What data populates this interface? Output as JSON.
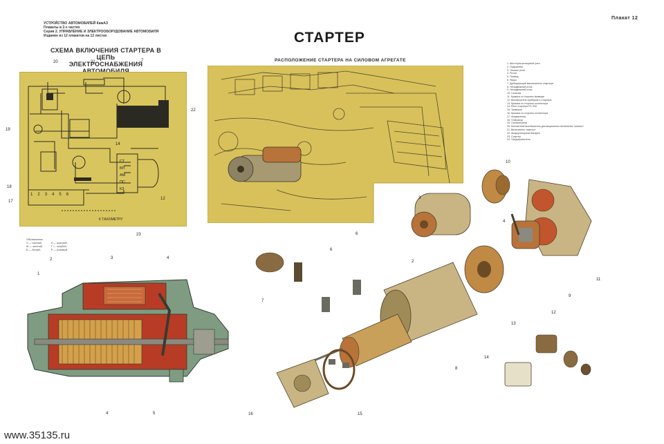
{
  "header": {
    "line1": "УСТРОЙСТВО АВТОМОБИЛЕЙ КамАЗ",
    "line2": "Плакаты в 2-х частях",
    "line3": "Серия 2. УПРАВЛЕНИЕ И ЭЛЕКТРООБОРУДОВАНИЕ АВТОМОБИЛЯ",
    "line4": "Издание из 12 плакатов на 12 листах"
  },
  "poster_number": "Плакат 12",
  "main_title": "СТАРТЕР",
  "schema_title_line1": "СХЕМА ВКЛЮЧЕНИЯ СТАРТЕРА В ЦЕПЬ",
  "schema_title_line2": "ЭЛЕКТРОСНАБЖЕНИЯ АВТОМОБИЛЯ",
  "location_title": "РАСПОЛОЖЕНИЕ СТАРТЕРА НА СИЛОВОМ АГРЕГАТЕ",
  "tachometer_label": "К ТАХОМЕТРУ",
  "switch_labels": [
    "СТ",
    "ВП",
    "АМ",
    "ПС",
    "КЗ"
  ],
  "terminal_numbers": [
    "1",
    "2",
    "3",
    "4",
    "5",
    "6"
  ],
  "schema_callouts": [
    "20",
    "21",
    "7",
    "22",
    "19",
    "14",
    "18",
    "17",
    "12",
    "23"
  ],
  "section_callouts": [
    "1",
    "2",
    "3",
    "4",
    "4",
    "5"
  ],
  "exploded_callouts": [
    "10",
    "3",
    "4",
    "7",
    "6",
    "6",
    "2",
    "11",
    "9",
    "13",
    "12",
    "8",
    "14",
    "16",
    "15"
  ],
  "wire_colors_title": "Обозначения:",
  "wire_colors": [
    "Ч — черный,",
    "Ж — желтый,",
    "Б — белый,",
    "К — красный,",
    "Г — голубой,",
    "Р — розовый."
  ],
  "legend": [
    "1. Шестерня-кольцевой узел",
    "2. Подшипник",
    "3. Тяговое реле",
    "4. Рычаг",
    "5. Привод",
    "6. Якорь",
    "7. Дублирующий выключатель стартера",
    "8. Неподвижный шток",
    "9. Неподвижный шток",
    "10. Сальник",
    "11. Крышка со стороны привода",
    "12. Выключатель приборов и стартера",
    "13. Крышка со стороны коллектора",
    "14. Реле стартера РС 530",
    "15. Траверса",
    "16. Крышка со стороны коллектора",
    "17. Аккумулятор",
    "18. Генератор",
    "19. Сигнализатор",
    "20. Контактный выключатель дистанционного включения «массы»",
    "21. Включатель «массы»",
    "22. Аккумуляторная батарея",
    "23. Стартер",
    "24. Предохранитель"
  ],
  "footer_url": "www.35135.ru",
  "colors": {
    "panel_yellow": "#d9c55d",
    "engine_yellow": "#d8c15b",
    "housing_beige": "#c9b583",
    "copper": "#b8733a",
    "red_section": "#b83c25",
    "green_section": "#7f9c82"
  }
}
